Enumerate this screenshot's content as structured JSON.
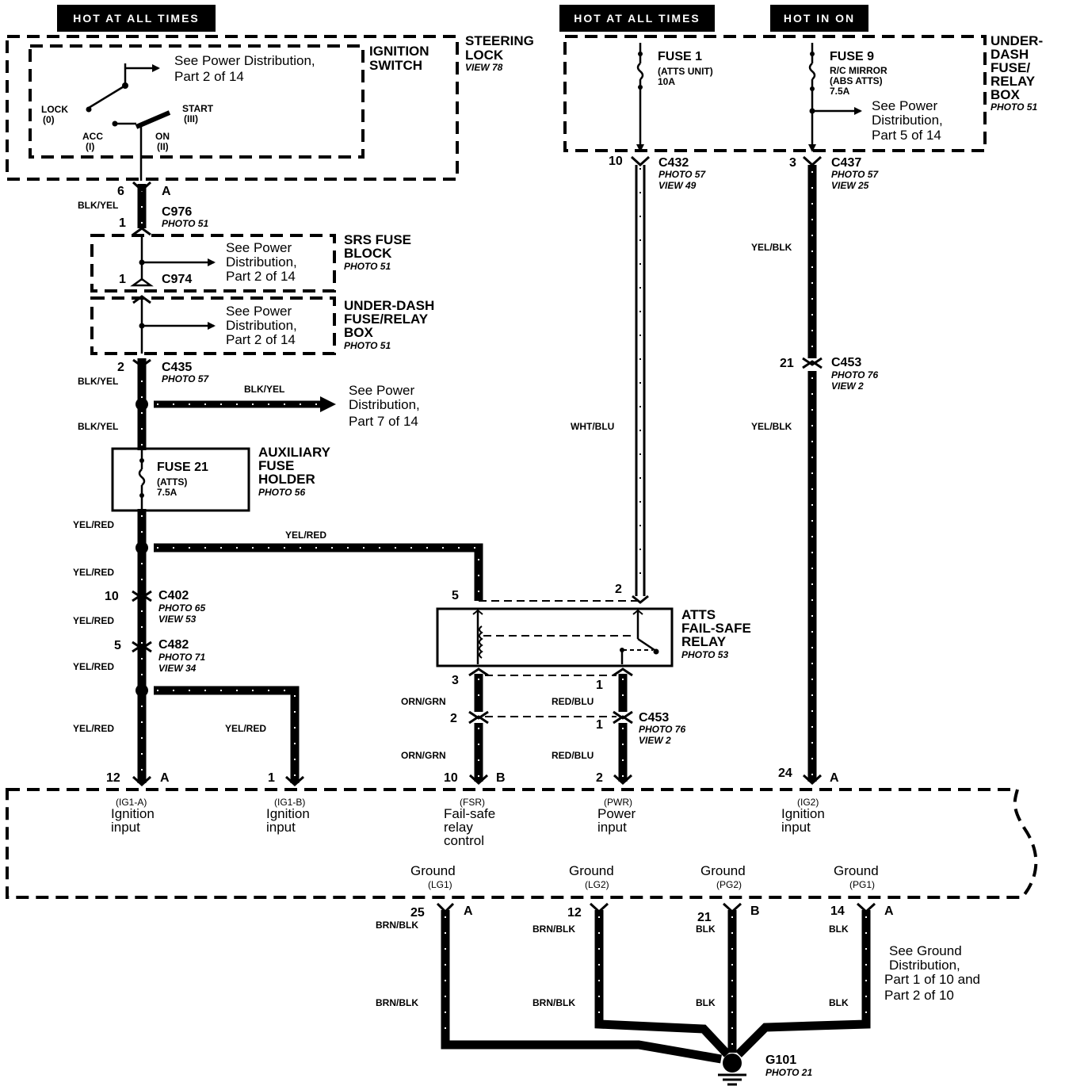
{
  "badges": {
    "hot_left": "HOT AT ALL TIMES",
    "hot_mid": "HOT AT ALL TIMES",
    "hot_right": "HOT IN ON"
  },
  "ignition_switch": {
    "title_1": "IGNITION",
    "title_2": "SWITCH",
    "see_1": "See Power Distribution,",
    "see_2": "Part 2 of 14",
    "lock": "LOCK",
    "lock_sub": "(0)",
    "acc": "ACC",
    "acc_sub": "(I)",
    "on": "ON",
    "on_sub": "(II)",
    "start": "START",
    "start_sub": "(III)"
  },
  "steering_lock": {
    "title_1": "STEERING",
    "title_2": "LOCK",
    "view": "VIEW 78"
  },
  "underdash_box_right": {
    "fuse1": "FUSE 1",
    "fuse1_sub": "(ATTS UNIT)",
    "fuse1_amp": "10A",
    "fuse9": "FUSE 9",
    "fuse9_sub1": "R/C MIRROR",
    "fuse9_sub2": "(ABS ATTS)",
    "fuse9_amp": "7.5A",
    "see_1": "See Power",
    "see_2": "Distribution,",
    "see_3": "Part 5 of 14",
    "title_1": "UNDER-",
    "title_2": "DASH",
    "title_3": "FUSE/",
    "title_4": "RELAY",
    "title_5": "BOX",
    "photo": "PHOTO 51"
  },
  "c976": {
    "pin_top": "6",
    "pin_letter": "A",
    "wire": "BLK/YEL",
    "name": "C976",
    "pin_bottom": "1",
    "photo": "PHOTO 51"
  },
  "srs_block": {
    "see_1": "See Power",
    "see_2": "Distribution,",
    "see_3": "Part 2 of 14",
    "pin": "1",
    "connector": "C974",
    "title_1": "SRS FUSE",
    "title_2": "BLOCK",
    "photo": "PHOTO 51"
  },
  "underdash_box_left": {
    "see_1": "See Power",
    "see_2": "Distribution,",
    "see_3": "Part 2 of 14",
    "title_1": "UNDER-DASH",
    "title_2": "FUSE/RELAY",
    "title_3": "BOX",
    "photo": "PHOTO 51"
  },
  "c435": {
    "pin": "2",
    "name": "C435",
    "photo": "PHOTO 57",
    "wire_1": "BLK/YEL",
    "wire_branch": "BLK/YEL",
    "wire_2": "BLK/YEL",
    "see_1": "See Power",
    "see_2": "Distribution,",
    "see_3": "Part 7 of 14"
  },
  "aux_fuse": {
    "fuse": "FUSE 21",
    "sub": "(ATTS)",
    "amp": "7.5A",
    "title_1": "AUXILIARY",
    "title_2": "FUSE",
    "title_3": "HOLDER",
    "photo": "PHOTO 56"
  },
  "left_chain": {
    "wire_1": "YEL/RED",
    "wire_branch": "YEL/RED",
    "wire_2": "YEL/RED",
    "c402_pin": "10",
    "c402": "C402",
    "c402_photo": "PHOTO 65",
    "c402_view": "VIEW 53",
    "wire_3": "YEL/RED",
    "c482_pin": "5",
    "c482": "C482",
    "c482_photo": "PHOTO 71",
    "c482_view": "VIEW 34",
    "wire_4": "YEL/RED",
    "wire_5": "YEL/RED",
    "wire_6": "YEL/RED"
  },
  "relay": {
    "pin5": "5",
    "pin2": "2",
    "pin3": "3",
    "pin1": "1",
    "title_1": "ATTS",
    "title_2": "FAIL-SAFE",
    "title_3": "RELAY",
    "photo": "PHOTO 53"
  },
  "relay_out": {
    "wire_orn1": "ORN/GRN",
    "pin2_top": "2",
    "wire_orn2": "ORN/GRN",
    "wire_red1": "RED/BLU",
    "pin1_bottom": "1",
    "wire_red2": "RED/BLU",
    "c453": "C453",
    "c453_photo": "PHOTO 76",
    "c453_view": "VIEW 2"
  },
  "c432": {
    "pin": "10",
    "name": "C432",
    "photo": "PHOTO 57",
    "view": "VIEW 49",
    "wire": "WHT/BLU"
  },
  "c437": {
    "pin": "3",
    "name": "C437",
    "photo": "PHOTO 57",
    "view": "VIEW 25",
    "wire_1": "YEL/BLK",
    "wire_2": "YEL/BLK"
  },
  "c453_right": {
    "pin": "21",
    "name": "C453",
    "photo": "PHOTO 76",
    "view": "VIEW 2"
  },
  "unit": {
    "p1_pin": "12",
    "p1_letter": "A",
    "p1_code": "(IG1-A)",
    "p1_l1": "Ignition",
    "p1_l2": "input",
    "p2_pin": "1",
    "p2_code": "(IG1-B)",
    "p2_l1": "Ignition",
    "p2_l2": "input",
    "p3_pin": "10",
    "p3_letter": "B",
    "p3_code": "(FSR)",
    "p3_l1": "Fail-safe",
    "p3_l2": "relay",
    "p3_l3": "control",
    "p4_pin": "2",
    "p4_code": "(PWR)",
    "p4_l1": "Power",
    "p4_l2": "input",
    "p5_pin": "24",
    "p5_letter": "A",
    "p5_code": "(IG2)",
    "p5_l1": "Ignition",
    "p5_l2": "input"
  },
  "grounds": {
    "g1_label": "Ground",
    "g1_code": "(LG1)",
    "g1_pin": "25",
    "g1_letter": "A",
    "g1_wire1": "BRN/BLK",
    "g1_wire2": "BRN/BLK",
    "g2_label": "Ground",
    "g2_code": "(LG2)",
    "g2_pin": "12",
    "g2_wire1": "BRN/BLK",
    "g2_wire2": "BRN/BLK",
    "g3_label": "Ground",
    "g3_code": "(PG2)",
    "g3_pin": "21",
    "g3_letter": "B",
    "g3_wire1": "BLK",
    "g3_wire2": "BLK",
    "g4_label": "Ground",
    "g4_code": "(PG1)",
    "g4_pin": "14",
    "g4_letter": "A",
    "g4_wire1": "BLK",
    "g4_wire2": "BLK",
    "see_1": "See Ground",
    "see_2": "Distribution,",
    "see_3": "Part 1 of 10 and",
    "see_4": "Part 2 of 10",
    "g101": "G101",
    "g101_photo": "PHOTO 21"
  }
}
